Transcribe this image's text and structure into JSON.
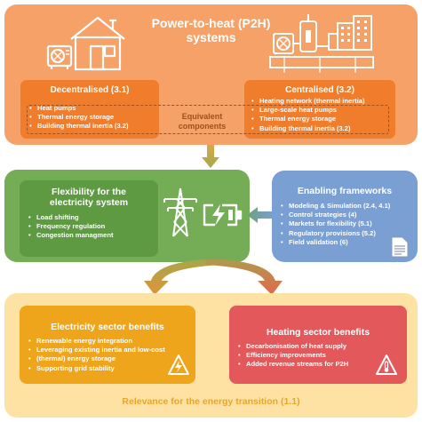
{
  "p2h": {
    "title_line1": "Power-to-heat (P2H)",
    "title_line2": "systems",
    "decentralised": {
      "title": "Decentralised (3.1)",
      "items": [
        "Heat pumps",
        "Thermal energy storage",
        "Building thermal inertia (3.2)"
      ]
    },
    "centralised": {
      "title": "Centralised (3.2)",
      "items": [
        "Heating network (thermal inertia)",
        "Large-scale heat pumps",
        "Thermal energy storage",
        "Building thermal inertia (3.2)"
      ]
    },
    "equivalent_line1": "Equivalent",
    "equivalent_line2": "components"
  },
  "flexibility": {
    "title_line1": "Flexibility for the",
    "title_line2": "electricity system",
    "items": [
      "Load shifting",
      "Frequency regulation",
      "Congestion managment"
    ]
  },
  "enabling": {
    "title": "Enabling frameworks",
    "items": [
      "Modeling & Simulation (2.4, 4.1)",
      "Control strategies (4)",
      "Markets for flexibility (5.1)",
      "Regulatory provisions (5.2)",
      "Field validation (6)"
    ]
  },
  "electricity_benefits": {
    "title": "Electricity sector benefits",
    "items": [
      "Renewable energy integration",
      "Leveraging existing inertia and low-cost",
      "(thermal) energy storage",
      "Supporting grid stability"
    ]
  },
  "heating_benefits": {
    "title": "Heating sector benefits",
    "items": [
      "Decarbonisation of heat supply",
      "Efficiency improvements",
      "Added revenue streams for P2H"
    ]
  },
  "footer": "Relevance for the energy transition (1.1)",
  "colors": {
    "orange_panel": "#f6a167",
    "orange_box": "#ef7d2c",
    "green_panel": "#74ad56",
    "green_box": "#5e9a41",
    "blue_panel": "#7a9fd3",
    "yellow_panel": "#fde2a4",
    "yellow_box": "#eea51b",
    "red_box": "#e3585a"
  },
  "icons": [
    "house-heat-pump-icon",
    "district-heating-plant-icon",
    "power-pylon-icon",
    "battery-charging-icon",
    "document-icon",
    "warning-lightning-icon",
    "warning-thermometer-icon"
  ]
}
